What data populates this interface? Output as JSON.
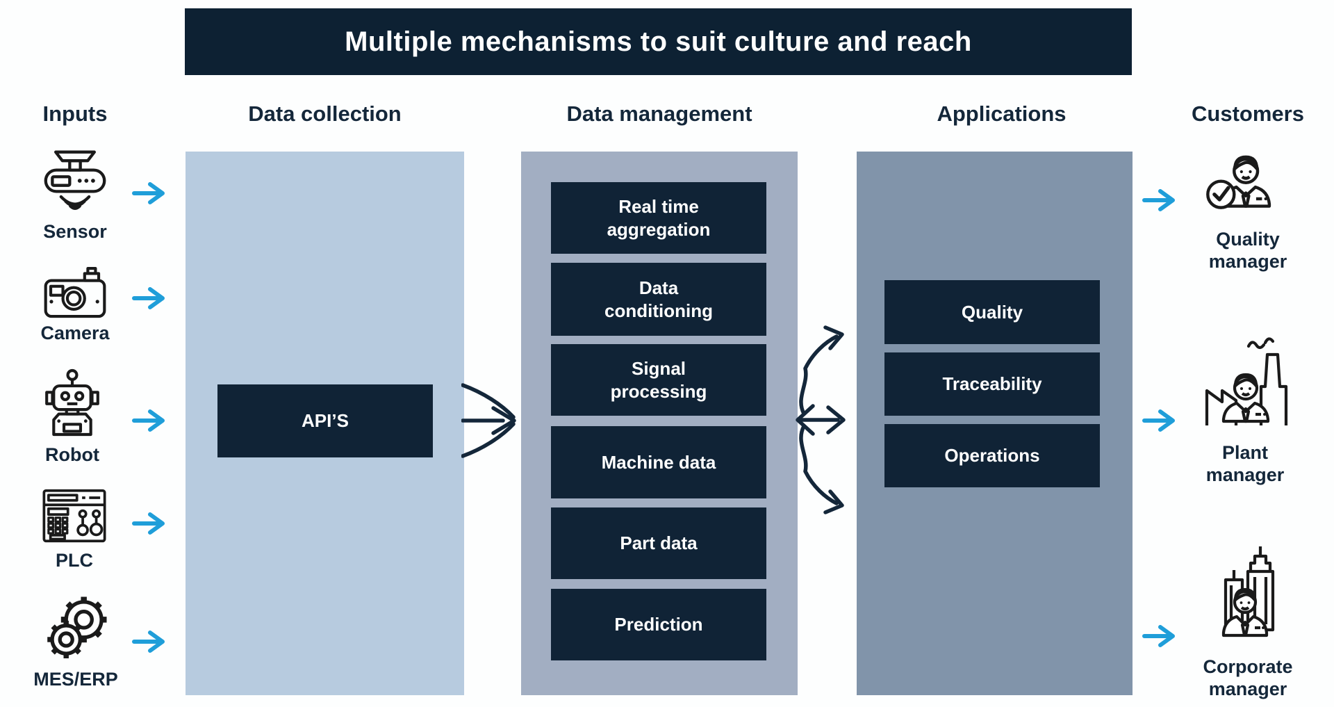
{
  "title": "Multiple mechanisms to suit culture and reach",
  "headers": {
    "inputs": "Inputs",
    "data_collection": "Data collection",
    "data_management": "Data management",
    "applications": "Applications",
    "customers": "Customers"
  },
  "inputs": [
    {
      "label": "Sensor",
      "icon": "sensor-icon"
    },
    {
      "label": "Camera",
      "icon": "camera-icon"
    },
    {
      "label": "Robot",
      "icon": "robot-icon"
    },
    {
      "label": "PLC",
      "icon": "plc-icon"
    },
    {
      "label": "MES/ERP",
      "icon": "gears-icon"
    }
  ],
  "data_collection": {
    "boxes": [
      {
        "label": "API’S"
      }
    ]
  },
  "data_management": {
    "boxes": [
      {
        "label": "Real time\naggregation"
      },
      {
        "label": "Data\nconditioning"
      },
      {
        "label": "Signal\nprocessing"
      },
      {
        "label": "Machine data"
      },
      {
        "label": "Part data"
      },
      {
        "label": "Prediction"
      }
    ]
  },
  "applications": {
    "boxes": [
      {
        "label": "Quality"
      },
      {
        "label": "Traceability"
      },
      {
        "label": "Operations"
      }
    ]
  },
  "customers": [
    {
      "label": "Quality\nmanager",
      "icon": "quality-manager-icon"
    },
    {
      "label": "Plant\nmanager",
      "icon": "plant-manager-icon"
    },
    {
      "label": "Corporate\nmanager",
      "icon": "corporate-manager-icon"
    }
  ],
  "colors": {
    "banner_bg": "#0d2133",
    "box_bg": "#102336",
    "panel_data_collection": "#b7cbdf",
    "panel_data_management": "#a2aec2",
    "panel_applications": "#8194aa",
    "arrow_cyan": "#1f9ed9",
    "arrow_dark": "#14273a",
    "text_navy": "#14273a",
    "icon_stroke": "#1a1a1a",
    "title_text": "#ffffff"
  }
}
